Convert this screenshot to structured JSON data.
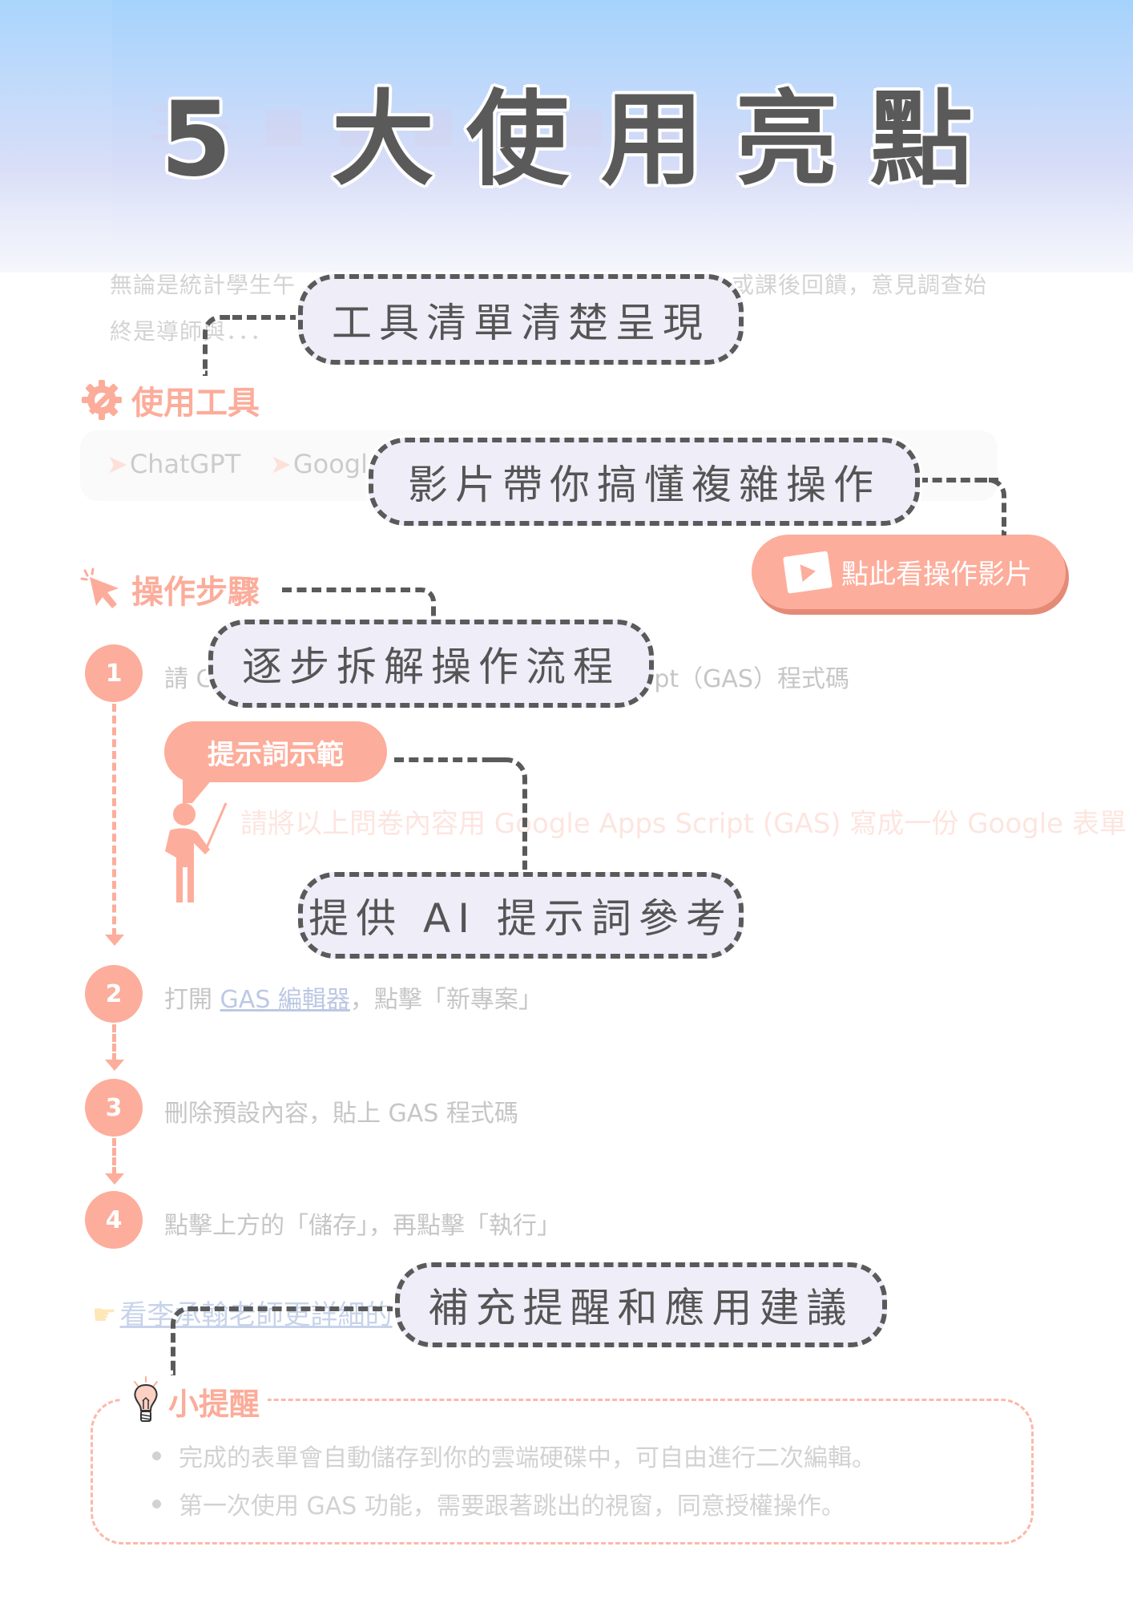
{
  "header": {
    "title": "5 大使用亮點"
  },
  "intro": {
    "line1_left": "無論是統計學生午",
    "line1_right": "或課後回饋，意見調查始",
    "line2": "終是導師與．．．"
  },
  "tools": {
    "heading": "使用工具",
    "items": [
      "ChatGPT",
      "Googl"
    ]
  },
  "video_button": {
    "label": "點此看操作影片"
  },
  "steps_section": {
    "heading": "操作步驟",
    "steps": [
      {
        "number": "1",
        "text_left": "請 G",
        "text_right": "ipt（GAS）程式碼"
      },
      {
        "number": "2",
        "text_prefix": "打開 ",
        "link": "GAS 編輯器",
        "text_suffix": "，點擊「新專案」"
      },
      {
        "number": "3",
        "text": "刪除預設內容，貼上 GAS 程式碼"
      },
      {
        "number": "4",
        "text": "點擊上方的「儲存」，再點擊「執行」"
      }
    ],
    "prompt_label": "提示詞示範",
    "prompt_text": "請將以上問卷內容用 Google Apps Script (GAS) 寫成一份 Google 表單"
  },
  "more_link": "看李承翰老師更詳細的",
  "tips": {
    "heading": "小提醒",
    "items": [
      "完成的表單會自動儲存到你的雲端硬碟中，可自由進行二次編輯。",
      "第一次使用 GAS 功能，需要跟著跳出的視窗，同意授權操作。"
    ]
  },
  "callouts": [
    "工具清單清楚呈現",
    "影片帶你搞懂複雜操作",
    "逐步拆解操作流程",
    "提供 AI 提示詞參考",
    "補充提醒和應用建議"
  ],
  "colors": {
    "accent": "#fdad9b",
    "callout_bg": "#efedf8",
    "callout_border": "#5a5a5a",
    "header_top": "#a5d3fc"
  }
}
